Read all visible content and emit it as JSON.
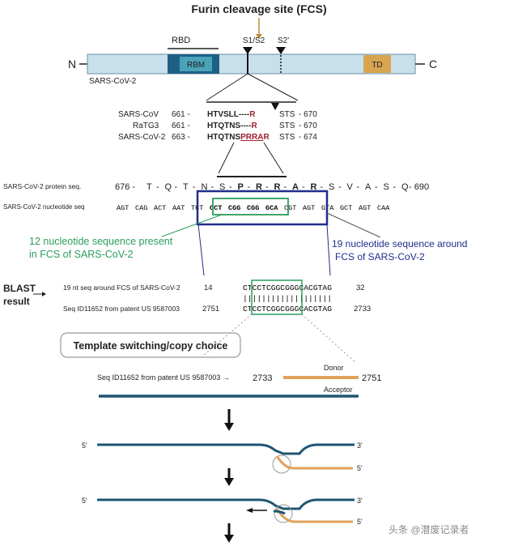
{
  "header": {
    "title": "Furin cleavage site (FCS)"
  },
  "genome": {
    "n_label": "N",
    "c_label": "C",
    "name": "SARS-CoV-2",
    "rbd_label": "RBD",
    "rbm_label": "RBM",
    "td_label": "TD",
    "s1s2_label": "S1/S2",
    "s2p_label": "S2'"
  },
  "alignment": {
    "rows": [
      {
        "name": "SARS-CoV",
        "start": "661 -",
        "pre": "HTV",
        "bold": "SLL",
        "ins": "----",
        "r": "R",
        "post": "STS",
        "end": "- 670"
      },
      {
        "name": "RaTG3",
        "start": "661 -",
        "pre": "HTQ",
        "bold": "TNS",
        "ins": "----",
        "r": "R",
        "post": "STS",
        "end": "- 670"
      },
      {
        "name": "SARS-CoV-2",
        "start": "663 -",
        "pre": "HTQ",
        "bold": "TNS",
        "ins": "PRRA",
        "r": "R",
        "post": "STS",
        "end": "- 674"
      }
    ]
  },
  "protein": {
    "label": "SARS-CoV-2 protein seq.",
    "start": "676 -",
    "end": "- 690",
    "residues": [
      "T",
      "Q",
      "T",
      "N",
      "S",
      "P",
      "R",
      "R",
      "A",
      "R",
      "S",
      "V",
      "A",
      "S",
      "Q"
    ]
  },
  "nucleotide": {
    "label": "SARS-CoV-2 nucleotide seq",
    "codons_left": [
      "AGT",
      "CAG",
      "ACT",
      "AAT",
      "TCT"
    ],
    "codons_box": [
      "CCT",
      "CGG",
      "CGG",
      "GCA"
    ],
    "codons_right": [
      "CGT",
      "AGT",
      "GTA",
      "GCT",
      "AGT",
      "CAA"
    ]
  },
  "annotations": {
    "green_line1": "12 nucleotide sequence present",
    "green_line2": "in FCS of SARS-CoV-2",
    "blue_line1": "19 nucleotide sequence around",
    "blue_line2": "FCS of SARS-CoV-2"
  },
  "blast": {
    "label_line1": "BLAST",
    "label_line2": "result",
    "q_name": "19 nt seq around FCS of SARS-CoV-2",
    "q_start": "14",
    "q_seq": "CTCCTCGGCGGGCACGTAG",
    "q_end": "32",
    "s_name": "Seq ID11652 from patent US 9587003",
    "s_start": "2751",
    "s_seq": "CTCCTCGGCGGGCACGTAG",
    "s_end": "2733",
    "match": "|||||||||||||||||||"
  },
  "template": {
    "box_label": "Template switching/copy choice",
    "seq_label": "Seq ID11652 from patent US 9587003 →",
    "num_left": "2733",
    "num_right": "2751",
    "donor": "Donor",
    "acceptor": "Acceptor"
  },
  "strands": {
    "five": "5'",
    "three": "3'"
  },
  "watermark": "头条 @潜废记录者",
  "colors": {
    "teal": "#2a7fa0",
    "backbone": "#1e5573",
    "orange": "#e3a05a",
    "green": "#2a9d5c",
    "navy": "#1f2d8a",
    "maroon": "#a02030",
    "td": "#d9a44f"
  }
}
